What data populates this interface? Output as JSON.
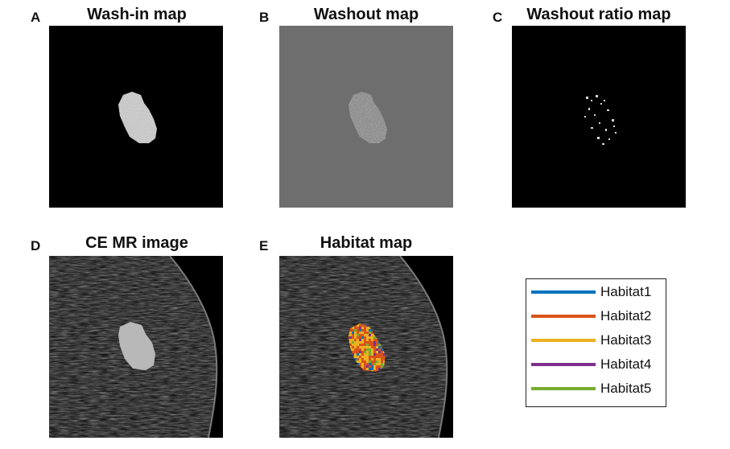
{
  "panels": [
    {
      "letter": "A",
      "title": "Wash-in map"
    },
    {
      "letter": "B",
      "title": "Washout map"
    },
    {
      "letter": "C",
      "title": "Washout ratio map"
    },
    {
      "letter": "D",
      "title": "CE MR image"
    },
    {
      "letter": "E",
      "title": "Habitat map"
    }
  ],
  "legend": {
    "items": [
      {
        "label": "Habitat1",
        "color": "#0072BD"
      },
      {
        "label": "Habitat2",
        "color": "#D95319"
      },
      {
        "label": "Habitat3",
        "color": "#EDB120"
      },
      {
        "label": "Habitat4",
        "color": "#7E2F8E"
      },
      {
        "label": "Habitat5",
        "color": "#77AC30"
      }
    ]
  },
  "colors": {
    "map_background_black": "#000000",
    "washout_background_gray": "#6e6e6e"
  }
}
